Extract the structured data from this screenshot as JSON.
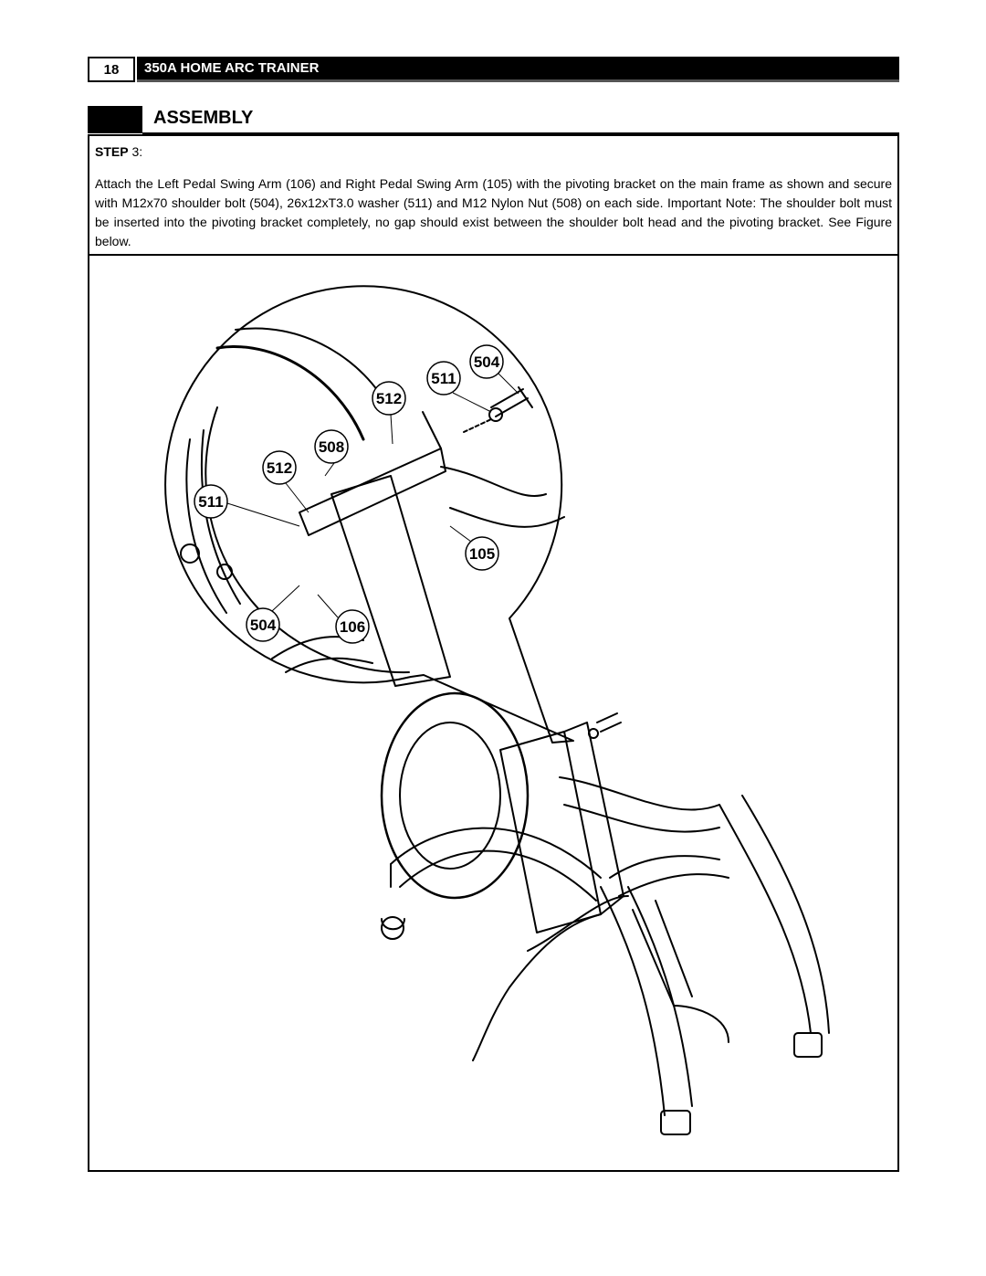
{
  "header": {
    "page_number": "18",
    "title": "350A HOME ARC TRAINER"
  },
  "section": {
    "title": "ASSEMBLY"
  },
  "step": {
    "label": "STEP",
    "number": "3"
  },
  "instructions": "Attach the Left Pedal Swing Arm (106) and Right Pedal Swing Arm (105) with the pivoting bracket on the main frame as shown and secure with M12x70 shoulder bolt (504), 26x12xT3.0 washer (511) and M12 Nylon Nut (508) on each side. Important Note: The shoulder bolt must be inserted into the pivoting bracket completely, no gap should exist between the shoulder bolt head and the pivoting bracket. See Figure below.",
  "figure": {
    "callouts": {
      "c504a": "504",
      "c511a": "511",
      "c512a": "512",
      "c508": "508",
      "c512b": "512",
      "c511b": "511",
      "c105": "105",
      "c504b": "504",
      "c106": "106"
    }
  }
}
